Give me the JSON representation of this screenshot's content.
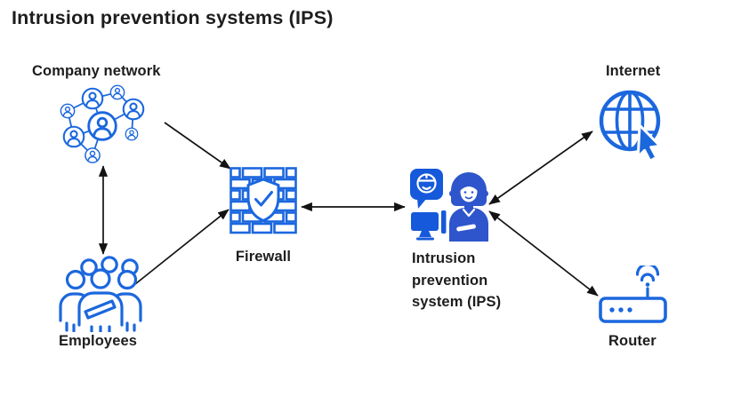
{
  "title": "Intrusion prevention systems (IPS)",
  "colors": {
    "icon_blue": "#1b67de",
    "icon_solid_blue": "#1659da",
    "icon_woman_blue": "#2e55cb",
    "arrow_color": "#131313",
    "text_color": "#1d1d1d",
    "background": "#ffffff"
  },
  "nodes": {
    "company_network": {
      "label": "Company network",
      "icon": "people-network-icon"
    },
    "employees": {
      "label": "Employees",
      "icon": "people-group-icon"
    },
    "firewall": {
      "label": "Firewall",
      "icon": "brick-wall-shield-check-icon"
    },
    "ips": {
      "label": "Intrusion prevention system (IPS)",
      "label_lines": [
        "Intrusion",
        "prevention",
        "system (IPS)"
      ],
      "icon": "security-analyst-workstation-icon"
    },
    "internet": {
      "label": "Internet",
      "icon": "globe-cursor-icon"
    },
    "router": {
      "label": "Router",
      "icon": "wifi-router-icon"
    }
  },
  "connections": [
    {
      "from": "company_network",
      "to": "firewall",
      "arrows": "one-way"
    },
    {
      "from": "company_network",
      "to": "employees",
      "arrows": "two-way"
    },
    {
      "from": "employees",
      "to": "firewall",
      "arrows": "one-way"
    },
    {
      "from": "firewall",
      "to": "ips",
      "arrows": "two-way"
    },
    {
      "from": "ips",
      "to": "internet",
      "arrows": "two-way"
    },
    {
      "from": "ips",
      "to": "router",
      "arrows": "two-way"
    }
  ]
}
